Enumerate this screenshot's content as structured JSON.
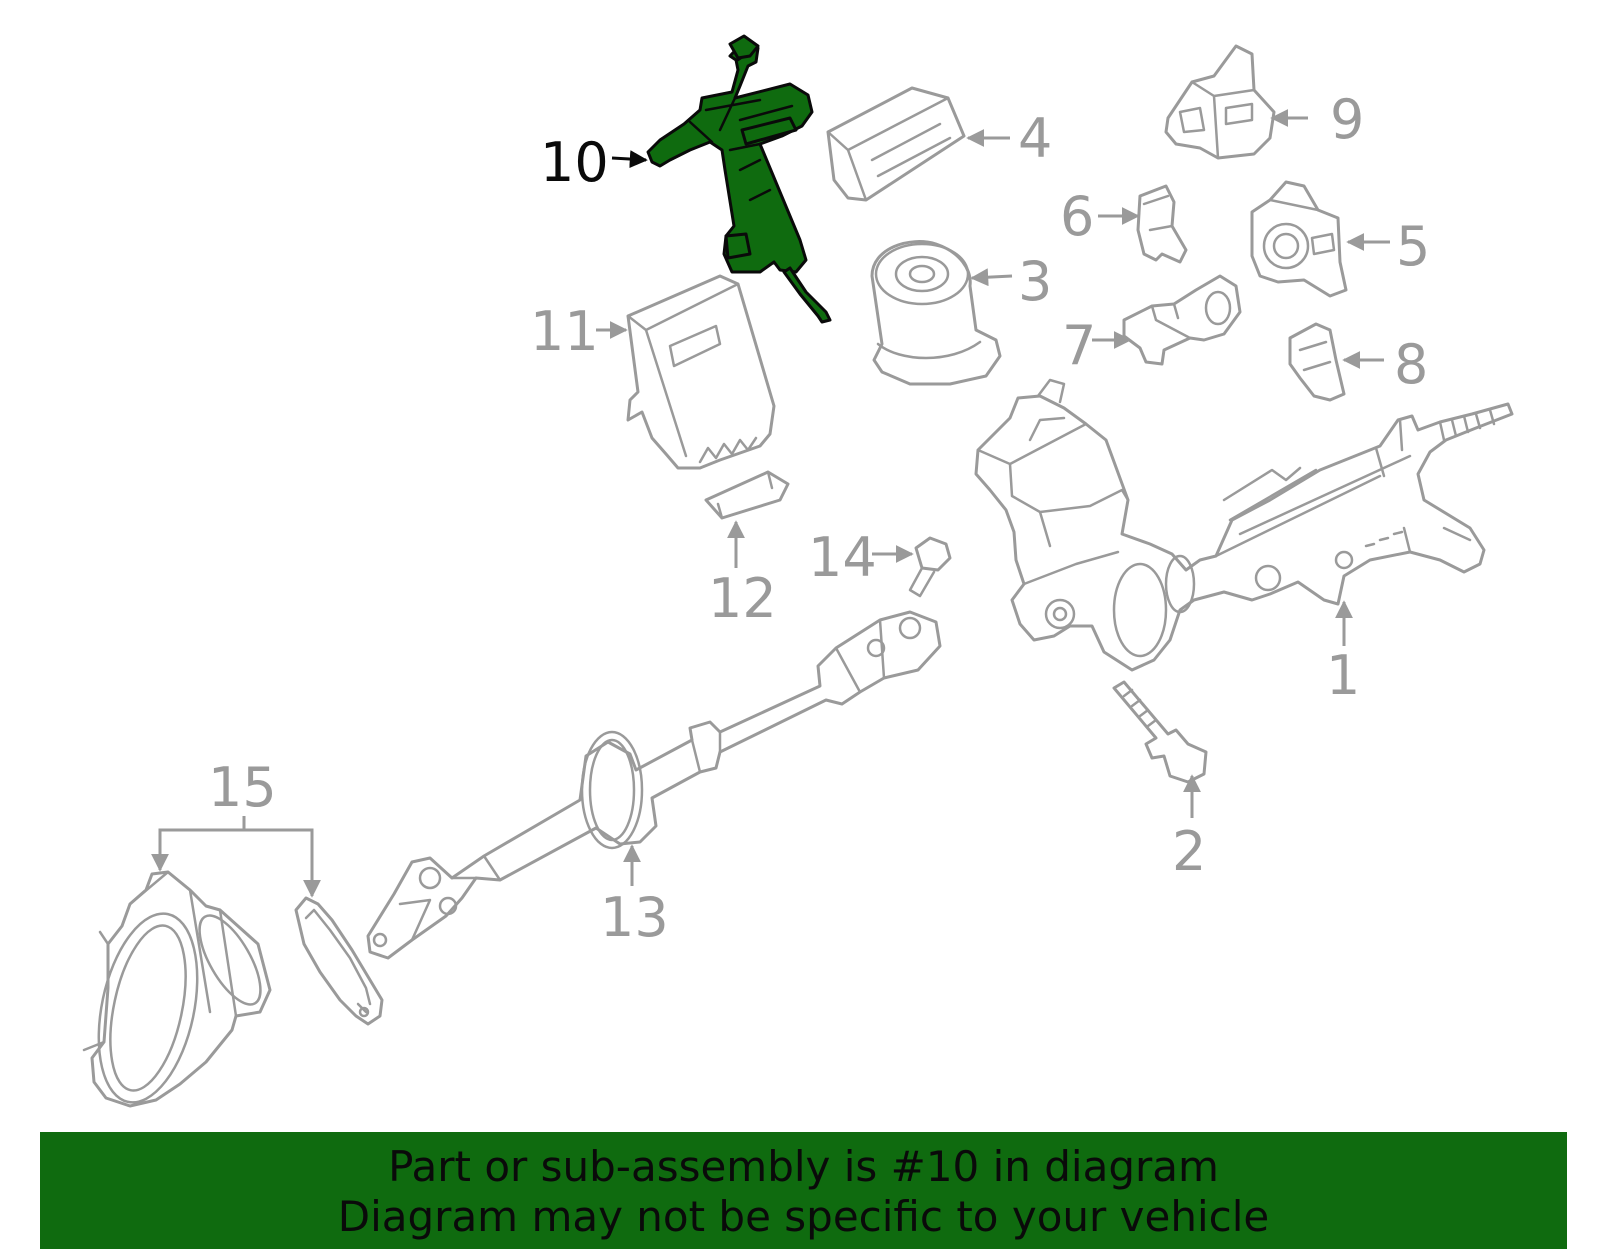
{
  "callouts": {
    "c1": "1",
    "c2": "2",
    "c3": "3",
    "c4": "4",
    "c5": "5",
    "c6": "6",
    "c7": "7",
    "c8": "8",
    "c9": "9",
    "c10": "10",
    "c11": "11",
    "c12": "12",
    "c13": "13",
    "c14": "14",
    "c15": "15"
  },
  "highlighted_part": "10",
  "colors": {
    "highlight": "#0f6b0f",
    "part_outline": "#9a9a9a",
    "text": "#0a0a0a"
  },
  "banner": {
    "line1": "Part or sub-assembly is #10 in diagram",
    "line2": "Diagram may not be specific to your vehicle"
  }
}
